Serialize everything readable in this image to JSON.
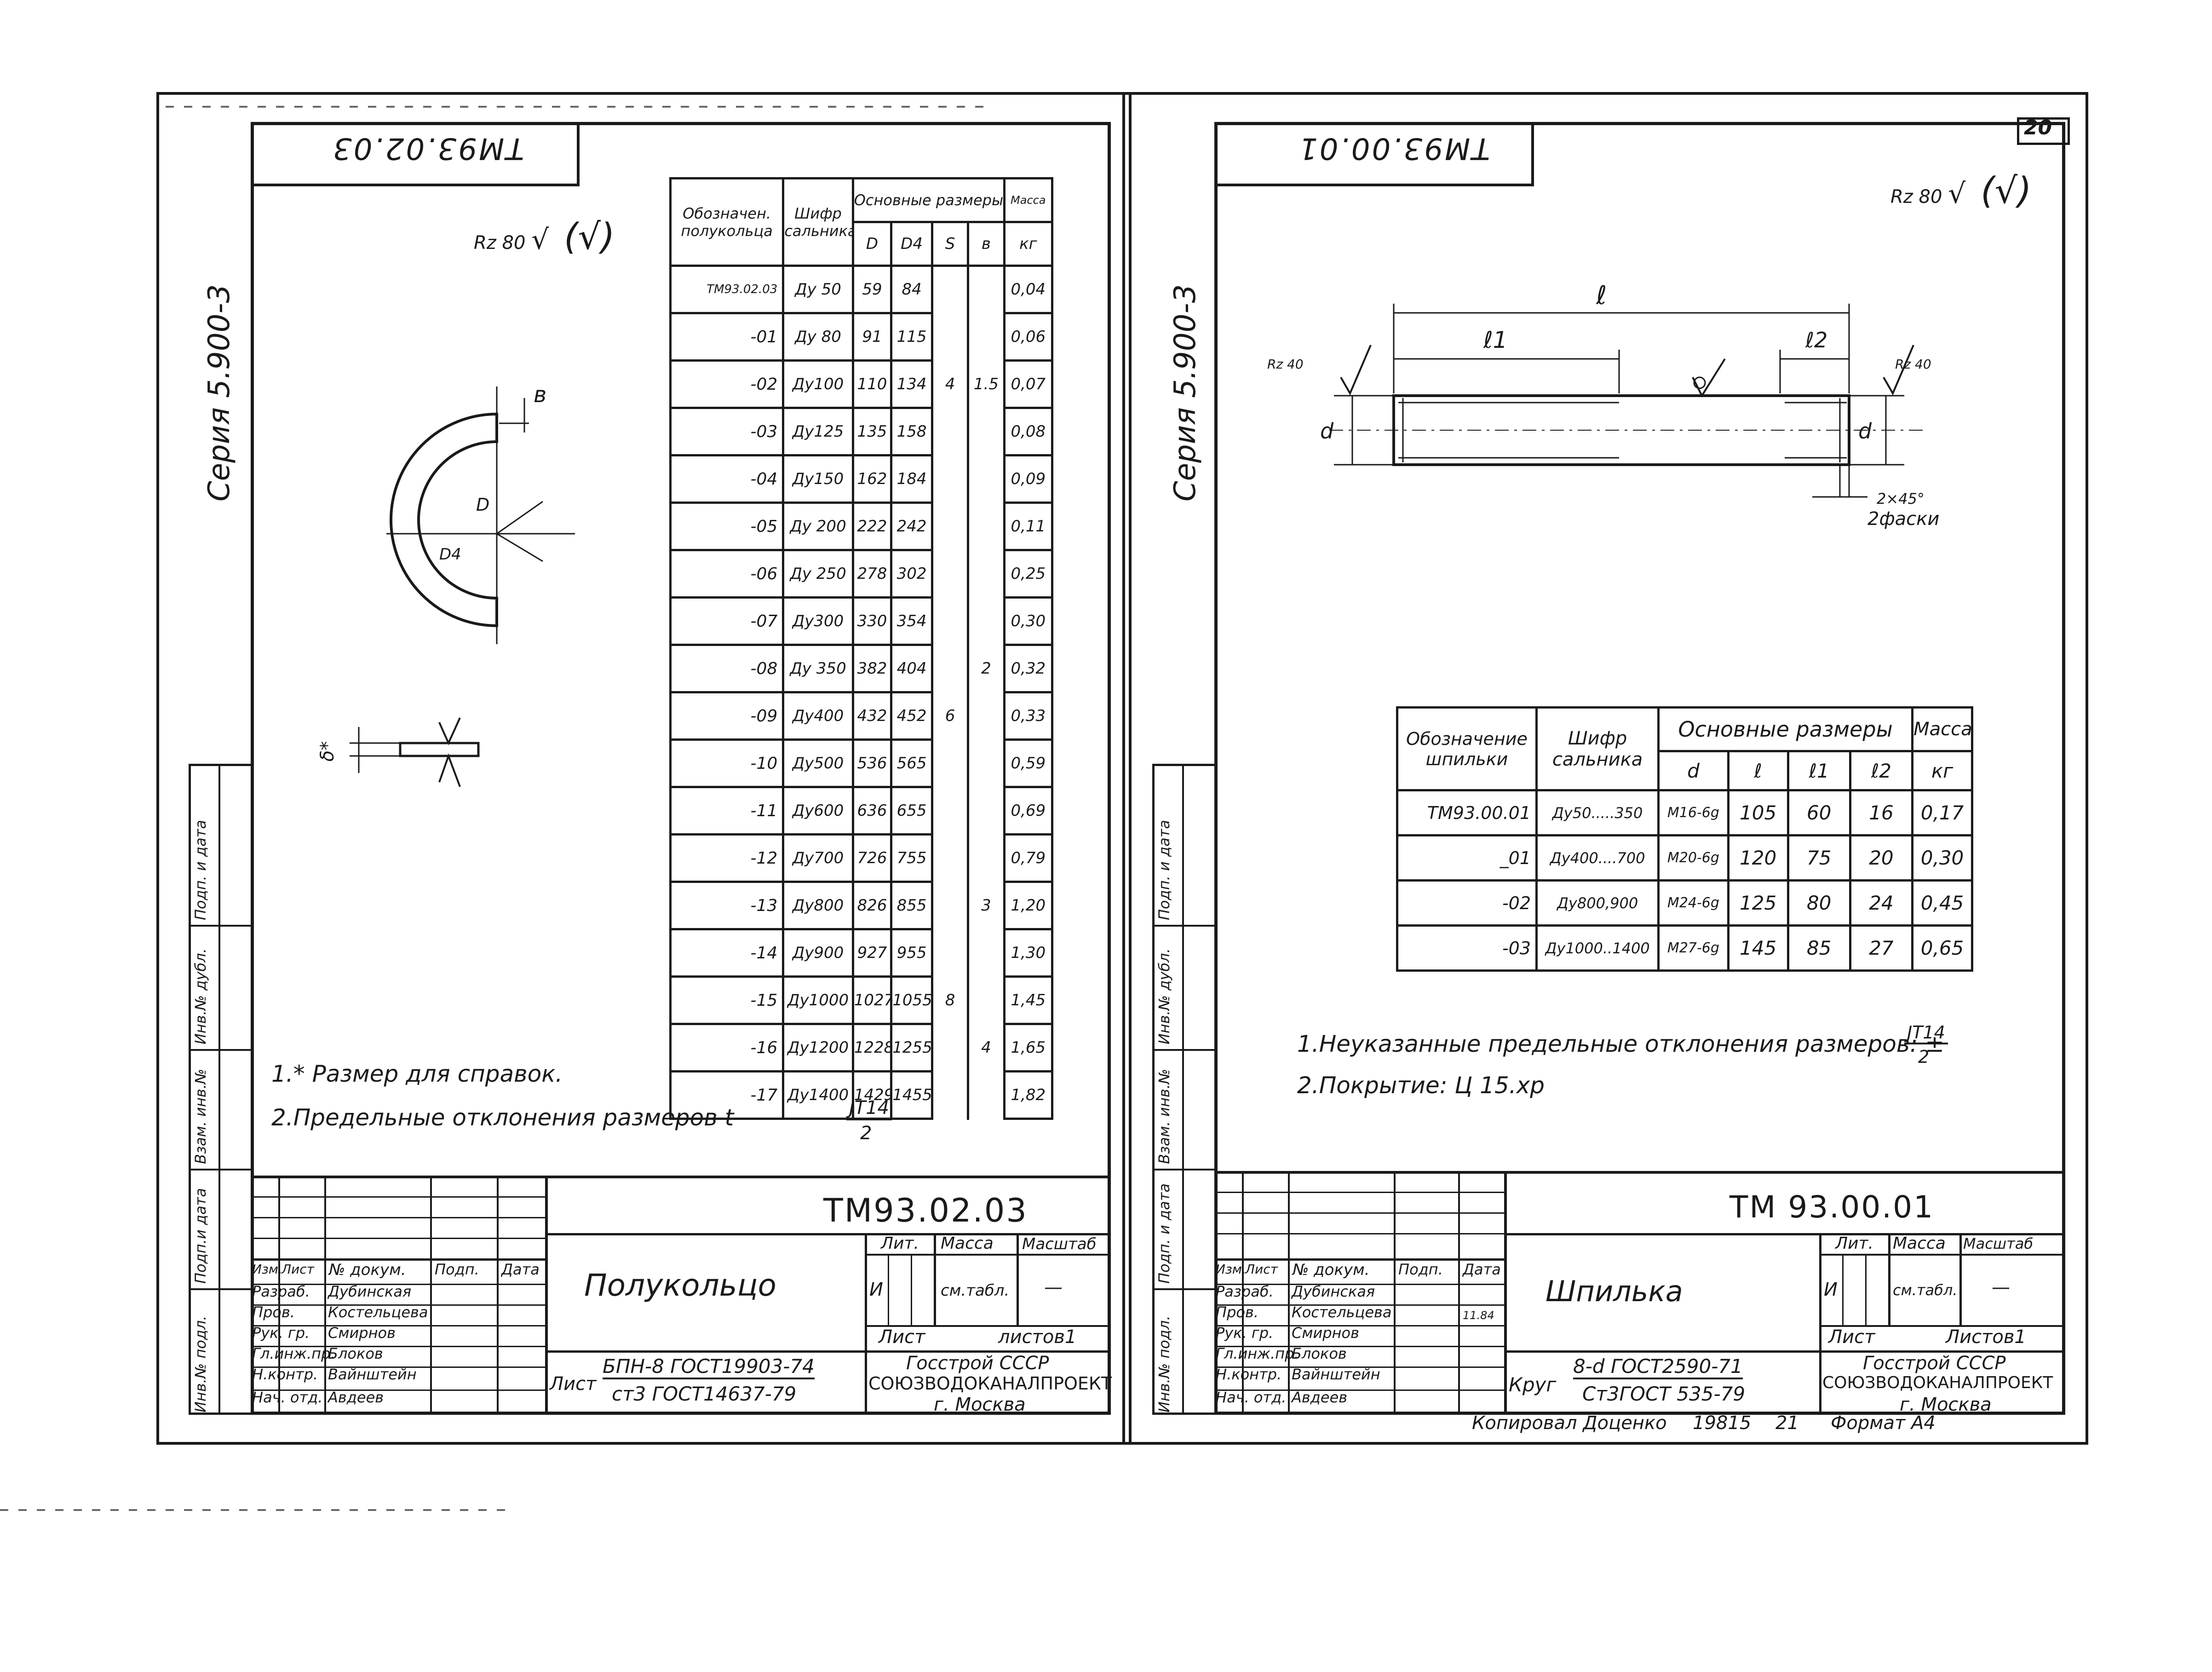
{
  "sheet_number": "20",
  "left": {
    "corner_code": "ТМ93.02.03",
    "series": "Серия  5.900-3",
    "roughness": "Rz 80",
    "check_mark": "(√)",
    "dims": {
      "b": "в",
      "D": "D",
      "D4": "D4",
      "delta": "δ*"
    },
    "table": {
      "headers": {
        "designation": "Обозначен. полукольца",
        "cipher": "Шифр сальника",
        "main_dims": "Основные размеры",
        "mass": "Масса",
        "D": "D",
        "D4": "D4",
        "s": "S",
        "b": "в",
        "kg": "кг"
      },
      "rows": [
        {
          "des": "ТМ93.02.03",
          "cipher": "Ду 50",
          "D": "59",
          "D4": "84",
          "s": "",
          "b": "",
          "m": "0,04"
        },
        {
          "des": "-01",
          "cipher": "Ду 80",
          "D": "91",
          "D4": "115",
          "s": "",
          "b": "",
          "m": "0,06"
        },
        {
          "des": "-02",
          "cipher": "Ду100",
          "D": "110",
          "D4": "134",
          "s": "4",
          "b": "1.5",
          "m": "0,07"
        },
        {
          "des": "-03",
          "cipher": "Ду125",
          "D": "135",
          "D4": "158",
          "s": "",
          "b": "",
          "m": "0,08"
        },
        {
          "des": "-04",
          "cipher": "Ду150",
          "D": "162",
          "D4": "184",
          "s": "",
          "b": "",
          "m": "0,09"
        },
        {
          "des": "-05",
          "cipher": "Ду 200",
          "D": "222",
          "D4": "242",
          "s": "",
          "b": "",
          "m": "0,11"
        },
        {
          "des": "-06",
          "cipher": "Ду 250",
          "D": "278",
          "D4": "302",
          "s": "",
          "b": "",
          "m": "0,25"
        },
        {
          "des": "-07",
          "cipher": "Ду300",
          "D": "330",
          "D4": "354",
          "s": "",
          "b": "",
          "m": "0,30"
        },
        {
          "des": "-08",
          "cipher": "Ду 350",
          "D": "382",
          "D4": "404",
          "s": "",
          "b": "2",
          "m": "0,32"
        },
        {
          "des": "-09",
          "cipher": "Ду400",
          "D": "432",
          "D4": "452",
          "s": "6",
          "b": "",
          "m": "0,33"
        },
        {
          "des": "-10",
          "cipher": "Ду500",
          "D": "536",
          "D4": "565",
          "s": "",
          "b": "",
          "m": "0,59"
        },
        {
          "des": "-11",
          "cipher": "Ду600",
          "D": "636",
          "D4": "655",
          "s": "",
          "b": "",
          "m": "0,69"
        },
        {
          "des": "-12",
          "cipher": "Ду700",
          "D": "726",
          "D4": "755",
          "s": "",
          "b": "",
          "m": "0,79"
        },
        {
          "des": "-13",
          "cipher": "Ду800",
          "D": "826",
          "D4": "855",
          "s": "",
          "b": "3",
          "m": "1,20"
        },
        {
          "des": "-14",
          "cipher": "Ду900",
          "D": "927",
          "D4": "955",
          "s": "",
          "b": "",
          "m": "1,30"
        },
        {
          "des": "-15",
          "cipher": "Ду1000",
          "D": "1027",
          "D4": "1055",
          "s": "8",
          "b": "",
          "m": "1,45"
        },
        {
          "des": "-16",
          "cipher": "Ду1200",
          "D": "1228",
          "D4": "1255",
          "s": "",
          "b": "4",
          "m": "1,65"
        },
        {
          "des": "-17",
          "cipher": "Ду1400",
          "D": "1429",
          "D4": "1455",
          "s": "",
          "b": "",
          "m": "1,82"
        }
      ]
    },
    "notes": {
      "n1": "1.* Размер для справок.",
      "n2": "2.Предельные  отклонения  размеров   t",
      "frac_top": "JT14",
      "frac_bot": "2"
    },
    "stamp": {
      "code": "ТМ93.02.03",
      "name": "Полукольцо",
      "lit": "Лит.",
      "mass": "Масса",
      "scale": "Масштаб",
      "lit_val": "И",
      "mass_val": "см.табл.",
      "scale_val": "—",
      "sheet": "Лист",
      "sheets": "листов1",
      "material_label": "Лист",
      "material_1": "БПН-8  ГОСТ19903-74",
      "material_2": "ст3 ГОСТ14637-79",
      "org_1": "Госстрой СССР",
      "org_2": "СОЮЗВОДОКАНАЛПРОЕКТ",
      "org_3": "г. Москва",
      "head": {
        "izm": "Изм.",
        "list": "Лист",
        "doc": "№ докум.",
        "podp": "Подп.",
        "data": "Дата"
      },
      "people": [
        {
          "role": "Разраб.",
          "name": "Дубинская"
        },
        {
          "role": "Пров.",
          "name": "Костельцева"
        },
        {
          "role": "Рук. гр.",
          "name": "Смирнов"
        },
        {
          "role": "Гл.инж.пр.",
          "name": "Блоков"
        },
        {
          "role": "Н.контр.",
          "name": "Вайнштейн"
        },
        {
          "role": "Нач. отд.",
          "name": "Авдеев"
        }
      ]
    },
    "side": {
      "s1": "Инв.№ подл.",
      "s2": "Подп.и дата",
      "s3": "Взам. инв.№",
      "s4": "Инв.№ дубл.",
      "s5": "Подп. и дата"
    }
  },
  "right": {
    "corner_code": "ТМ93.00.01",
    "series": "Серия  5.900-3",
    "roughness": "Rz 80",
    "rz40": "Rz 40",
    "check_mark": "(√)",
    "dims": {
      "l": "ℓ",
      "l1": "ℓ1",
      "l2": "ℓ2",
      "d": "d",
      "chamfer": "2×45°",
      "chamfer2": "2фаски"
    },
    "table": {
      "headers": {
        "designation": "Обозначение шпильки",
        "cipher": "Шифр сальника",
        "main_dims": "Основные  размеры",
        "mass": "Масса,",
        "d": "d",
        "l": "ℓ",
        "l1": "ℓ1",
        "l2": "ℓ2",
        "kg": "кг"
      },
      "rows": [
        {
          "des": "ТМ93.00.01",
          "cipher": "Ду50.....350",
          "d": "М16-6g",
          "l": "105",
          "l1": "60",
          "l2": "16",
          "m": "0,17"
        },
        {
          "des": "_01",
          "cipher": "Ду400....700",
          "d": "М20-6g",
          "l": "120",
          "l1": "75",
          "l2": "20",
          "m": "0,30"
        },
        {
          "des": "-02",
          "cipher": "Ду800,900",
          "d": "М24-6g",
          "l": "125",
          "l1": "80",
          "l2": "24",
          "m": "0,45"
        },
        {
          "des": "-03",
          "cipher": "Ду1000..1400",
          "d": "М27-6g",
          "l": "145",
          "l1": "85",
          "l2": "27",
          "m": "0,65"
        }
      ]
    },
    "notes": {
      "n1": "1.Неуказанные   предельные  отклонения размеров: ±",
      "frac_top": "JT14",
      "frac_bot": "2",
      "n2": "2.Покрытие:  Ц 15.хр"
    },
    "stamp": {
      "code": "ТМ 93.00.01",
      "name": "Шпилька",
      "lit": "Лит.",
      "mass": "Масса",
      "scale": "Масштаб",
      "lit_val": "И",
      "mass_val": "см.табл.",
      "scale_val": "—",
      "sheet": "Лист",
      "sheets": "Листов1",
      "material_label": "Круг",
      "material_1": "8-d ГОСТ2590-71",
      "material_2": "Ст3ГОСТ 535-79",
      "org_1": "Госстрой СССР",
      "org_2": "СОЮЗВОДОКАНАЛПРОЕКТ",
      "org_3": "г. Москва",
      "date": "11.84",
      "head": {
        "izm": "Изм.",
        "list": "Лист",
        "doc": "№ докум.",
        "podp": "Подп.",
        "data": "Дата"
      },
      "people": [
        {
          "role": "Разраб.",
          "name": "Дубинская"
        },
        {
          "role": "Пров.",
          "name": "Костельцева"
        },
        {
          "role": "Рук. гр.",
          "name": "Смирнов"
        },
        {
          "role": "Гл.инж.пр.",
          "name": "Блоков"
        },
        {
          "role": "Н.контр.",
          "name": "Вайнштейн"
        },
        {
          "role": "Нач. отд.",
          "name": "Авдеев"
        }
      ]
    },
    "side": {
      "s1": "Инв.№ подл.",
      "s2": "Подп. и дата",
      "s3": "Взам. инв.№",
      "s4": "Инв.№ дубл.",
      "s5": "Подп. и дата"
    }
  },
  "footer": {
    "copied": "Копировал  Доценко",
    "num": "19815",
    "num2": "21",
    "format": "Формат А4"
  }
}
